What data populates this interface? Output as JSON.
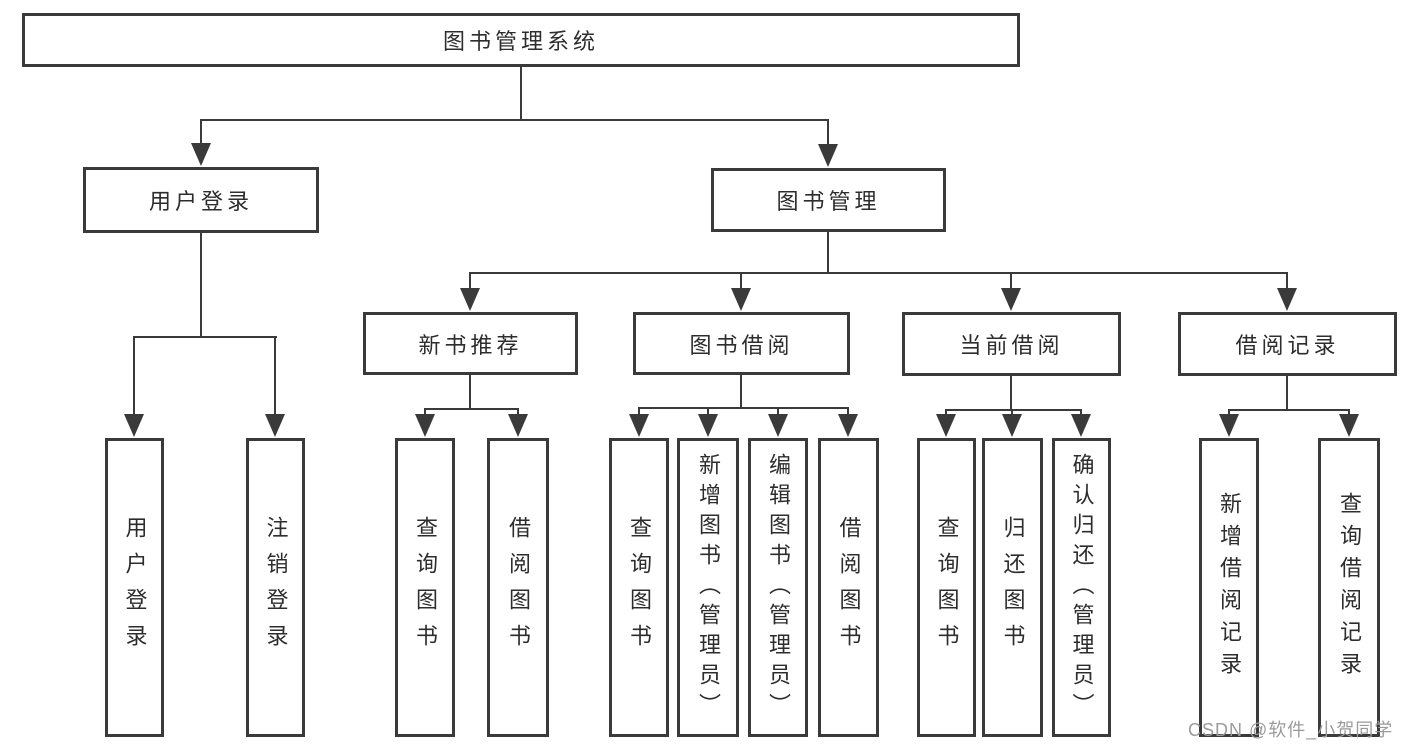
{
  "diagram": {
    "root": "图书管理系统",
    "level2": [
      "用户登录",
      "图书管理"
    ],
    "level3": [
      "新书推荐",
      "图书借阅",
      "当前借阅",
      "借阅记录"
    ],
    "leaves": {
      "user_login": [
        "用户登录",
        "注销登录"
      ],
      "new_book": [
        "查询图书",
        "借阅图书"
      ],
      "book_borrow": [
        "查询图书",
        "新增图书（管理员）",
        "编辑图书（管理员）",
        "借阅图书"
      ],
      "current_borrow": [
        "查询图书",
        "归还图书",
        "确认归还（管理员）"
      ],
      "borrow_record": [
        "新增借阅记录",
        "查询借阅记录"
      ]
    },
    "watermark": "CSDN @软件_小贺同学",
    "colors": {
      "line": "#3a3a3a",
      "box_border": "#3a3a3a",
      "text": "#2d2d2d",
      "watermark": "#9b9b9b",
      "background": "#ffffff"
    }
  }
}
